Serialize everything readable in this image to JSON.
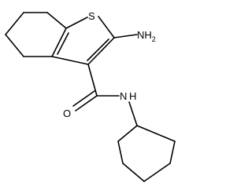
{
  "atom_labels": {
    "sulfur": "S",
    "amine": "NH",
    "amine_subscript": "2",
    "carbonyl_oxygen": "O",
    "amide_nitrogen": "N",
    "amide_hydrogen": "H"
  }
}
